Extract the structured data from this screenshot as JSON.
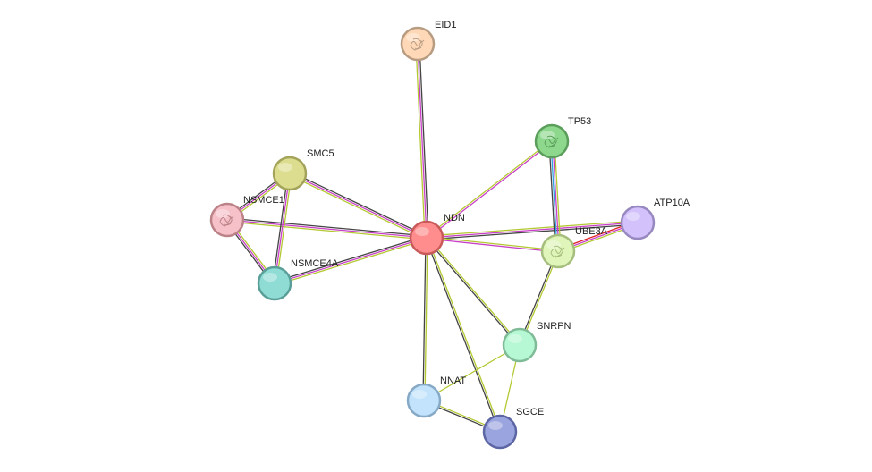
{
  "nodes": [
    {
      "id": "NDN",
      "label": "NDN",
      "fill": "#ff8d8d",
      "stroke": "#c85a5a",
      "structure": false
    },
    {
      "id": "EID1",
      "label": "EID1",
      "fill": "#ffd9b7",
      "stroke": "#b89c82",
      "structure": true
    },
    {
      "id": "TP53",
      "label": "TP53",
      "fill": "#8ed88e",
      "stroke": "#5b9e5b",
      "structure": true
    },
    {
      "id": "ATP10A",
      "label": "ATP10A",
      "fill": "#d2c1fa",
      "stroke": "#9788c0",
      "structure": false
    },
    {
      "id": "UBE3A",
      "label": "UBE3A",
      "fill": "#dff5b9",
      "stroke": "#a5bd7d",
      "structure": true
    },
    {
      "id": "SMC5",
      "label": "SMC5",
      "fill": "#dddd8f",
      "stroke": "#a3a35a",
      "structure": false
    },
    {
      "id": "NSMCE1",
      "label": "NSMCE1",
      "fill": "#f6c1c8",
      "stroke": "#bb8288",
      "structure": true
    },
    {
      "id": "NSMCE4A",
      "label": "NSMCE4A",
      "fill": "#8fdcd5",
      "stroke": "#5a9e98",
      "structure": false
    },
    {
      "id": "SNRPN",
      "label": "SNRPN",
      "fill": "#b6f8d3",
      "stroke": "#80bb98",
      "structure": false
    },
    {
      "id": "NNAT",
      "label": "NNAT",
      "fill": "#c2e3fb",
      "stroke": "#86a9c6",
      "structure": false
    },
    {
      "id": "SGCE",
      "label": "SGCE",
      "fill": "#9aa4de",
      "stroke": "#5d66a4",
      "structure": false
    }
  ],
  "edges": [
    {
      "source": "NDN",
      "target": "EID1",
      "colors": [
        "#b4c832",
        "#c840c8",
        "#444444"
      ]
    },
    {
      "source": "NDN",
      "target": "TP53",
      "colors": [
        "#b4c832",
        "#c840c8"
      ]
    },
    {
      "source": "NDN",
      "target": "ATP10A",
      "colors": [
        "#b4c832",
        "#c840c8",
        "#444444"
      ]
    },
    {
      "source": "NDN",
      "target": "UBE3A",
      "colors": [
        "#b4c832",
        "#c840c8"
      ]
    },
    {
      "source": "NDN",
      "target": "SMC5",
      "colors": [
        "#b4c832",
        "#c840c8",
        "#444444"
      ]
    },
    {
      "source": "NDN",
      "target": "NSMCE1",
      "colors": [
        "#b4c832",
        "#c840c8",
        "#444444"
      ]
    },
    {
      "source": "NDN",
      "target": "NSMCE4A",
      "colors": [
        "#b4c832",
        "#c840c8",
        "#444444"
      ]
    },
    {
      "source": "NDN",
      "target": "SNRPN",
      "colors": [
        "#b4c832",
        "#444444"
      ]
    },
    {
      "source": "NDN",
      "target": "NNAT",
      "colors": [
        "#b4c832",
        "#444444"
      ]
    },
    {
      "source": "NDN",
      "target": "SGCE",
      "colors": [
        "#b4c832",
        "#444444"
      ]
    },
    {
      "source": "TP53",
      "target": "UBE3A",
      "colors": [
        "#b4c832",
        "#c840c8",
        "#30a0e0",
        "#444444"
      ]
    },
    {
      "source": "ATP10A",
      "target": "UBE3A",
      "colors": [
        "#b4c832",
        "#c840c8",
        "#e02020"
      ]
    },
    {
      "source": "UBE3A",
      "target": "SNRPN",
      "colors": [
        "#b4c832",
        "#444444"
      ]
    },
    {
      "source": "SMC5",
      "target": "NSMCE1",
      "colors": [
        "#b4c832",
        "#c840c8",
        "#444444"
      ]
    },
    {
      "source": "SMC5",
      "target": "NSMCE4A",
      "colors": [
        "#b4c832",
        "#c840c8",
        "#444444"
      ]
    },
    {
      "source": "NSMCE1",
      "target": "NSMCE4A",
      "colors": [
        "#b4c832",
        "#c840c8",
        "#444444"
      ]
    },
    {
      "source": "SNRPN",
      "target": "NNAT",
      "colors": [
        "#b4c832"
      ]
    },
    {
      "source": "SNRPN",
      "target": "SGCE",
      "colors": [
        "#b4c832"
      ]
    },
    {
      "source": "NNAT",
      "target": "SGCE",
      "colors": [
        "#b4c832",
        "#444444"
      ]
    }
  ]
}
